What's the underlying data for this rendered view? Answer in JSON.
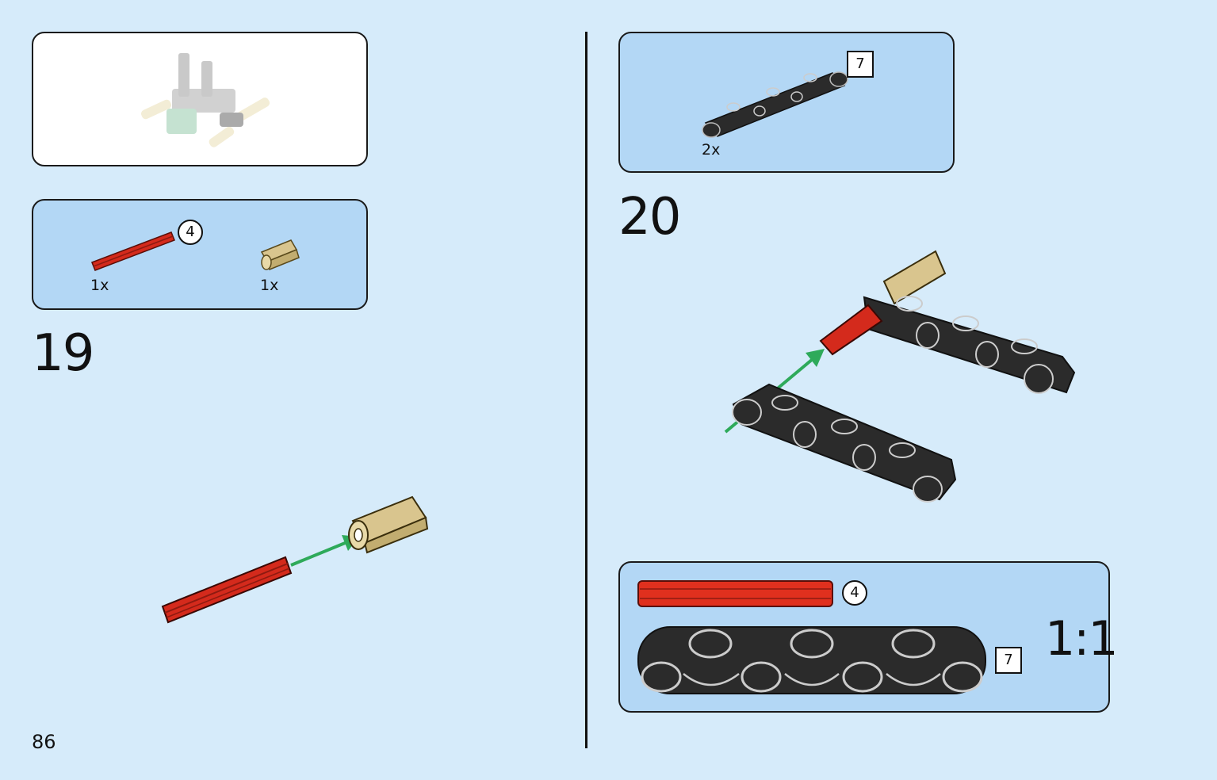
{
  "page_number": "86",
  "step_19": {
    "number": "19",
    "parts": [
      {
        "qty": "1x",
        "length_badge": "4",
        "part": "red-axle"
      },
      {
        "qty": "1x",
        "part": "tan-axle-connector"
      }
    ]
  },
  "step_20": {
    "number": "20",
    "parts": [
      {
        "qty": "2x",
        "length_badge": "7",
        "part": "black-beam"
      }
    ]
  },
  "scale_panel": {
    "ratio": "1:1",
    "axle_length": "4",
    "beam_length": "7"
  },
  "colors": {
    "background": "#d6ebfa",
    "panel_blue": "#b3d7f5",
    "axle_red": "#d42a1c",
    "connector_tan": "#d9c58e",
    "beam_black": "#2b2b2b",
    "arrow_green": "#2eaa5a"
  }
}
